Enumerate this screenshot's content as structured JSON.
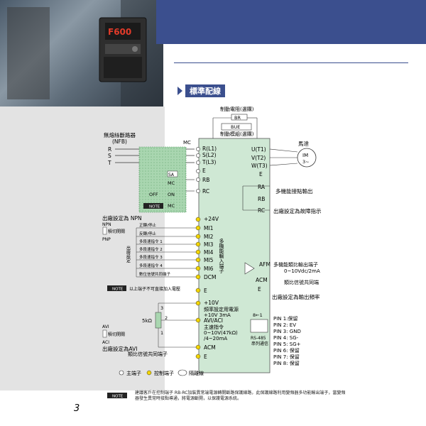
{
  "section_title": "標準配線",
  "page_number": "3",
  "device": {
    "display": "F600"
  },
  "labels": {
    "brake_resistor": "制動電阻(選購)",
    "br": "BR",
    "bue": "BUE",
    "brake_unit": "制動模組(選購)",
    "nfb": "無熔絲斷路器",
    "nfb_abbr": "(NFB)",
    "mc": "MC",
    "r": "R",
    "s": "S",
    "t": "T",
    "motor": "馬達",
    "im": "IM",
    "im_phase": "3~",
    "sa": "SA",
    "off": "OFF",
    "on": "ON",
    "note": "NOTE",
    "npn_setting": "出廠設定為 NPN",
    "npn": "NPN",
    "pnp": "PNP",
    "sink_source": "積切開關",
    "fwd": "正轉/停止",
    "rev": "反轉/停止",
    "ms1": "多段速指令 1",
    "ms2": "多段速指令 2",
    "ms3": "多段速指令 3",
    "ms4": "多段速指令 4",
    "digital_common": "數位信號共同端子",
    "factory_set_side": "出廠設定",
    "shield_note": "以上端子不可直接加入電壓",
    "pot": "5kΩ",
    "pot_3": "3",
    "pot_2": "2",
    "pot_1": "1",
    "avi": "AVI",
    "aci": "ACI",
    "avi_sw": "積切開關",
    "avi_setting": "出廠設定為AVI",
    "analog_common": "類比信號共同端子",
    "multi_in_vertical": "多機能輸入端子",
    "mf_output": "多機能接點輸出",
    "fault_setting": "出廠設定為故障指示",
    "afm_out": "多機能類比輸出端子",
    "afm_range": "0~10Vdc/2mA",
    "analog_common_right": "類比信號共同端",
    "freq_setting": "出廠設定為輸出頻率",
    "rs485_pins": "8←1",
    "rs485": "RS-485",
    "rs485_sub": "串列通信",
    "plus10v_sub": "頻率設定用電源",
    "plus10v_range": "+10V 3mA",
    "avi_cmd": "主速指令",
    "avi_range": "0~10V(47kΩ)",
    "aci_range": "/4~20mA",
    "legend_main": "主端子",
    "legend_ctrl": "控制端子",
    "legend_shield": "隔離線",
    "bottom_note": "建議客戶在控制端子 RB-RC加裝異常端電源轉開斷路保護線路，此保護線路利用變頻器多功能輸出端子，當變頻器發生異常時接點導通，將電源斷開，以保護電源系統。"
  },
  "terminals": {
    "r1": "R(L1)",
    "s2": "S(L2)",
    "t3": "T(L3)",
    "e": "E",
    "rb": "RB",
    "rc": "RC",
    "p24": "+24V",
    "mi1": "MI1",
    "mi2": "MI2",
    "mi3": "MI3",
    "mi4": "MI4",
    "mi5": "MI5",
    "mi6": "MI6",
    "dcm": "DCM",
    "p10": "+10V",
    "avi": "AVI/ACI",
    "acm": "ACM",
    "u": "U(T1)",
    "v": "V(T2)",
    "w": "W(T3)",
    "ra": "RA",
    "rb2": "RB",
    "rc2": "RC",
    "afm": "AFM",
    "acm2": "ACM"
  },
  "pins": [
    "PIN 1:保留",
    "PIN 2: EV",
    "PIN 3: GND",
    "PIN 4: SG-",
    "PIN 5: SG+",
    "PIN 6: 保留",
    "PIN 7: 保留",
    "PIN 8: 保留"
  ],
  "colors": {
    "accent": "#3b4f8e",
    "drive_body": "#cfe8d4",
    "optional_box": "#a9d6b0",
    "terminal_yellow": "#f2d400"
  }
}
